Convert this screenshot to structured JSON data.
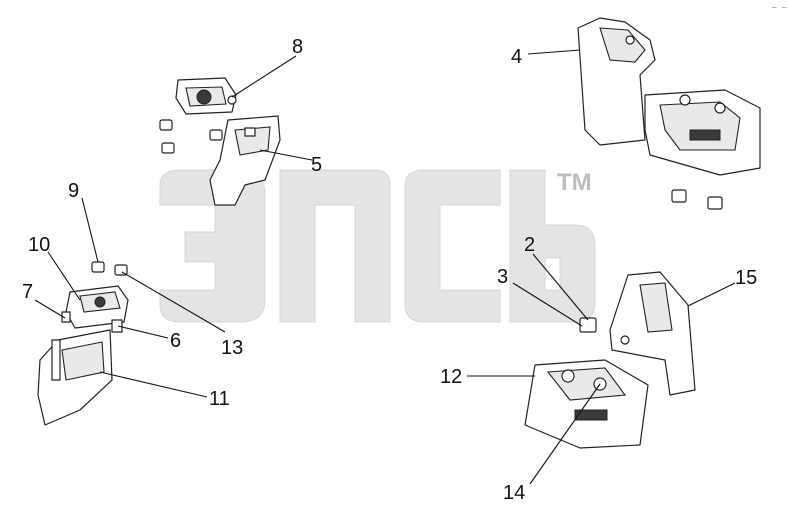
{
  "watermark": {
    "logo_text": "эпсь",
    "trademark": "TM"
  },
  "corner_mark": "~ –",
  "callouts": [
    {
      "id": "c1",
      "label": "8"
    },
    {
      "id": "c2",
      "label": "4"
    },
    {
      "id": "c3",
      "label": "5"
    },
    {
      "id": "c4",
      "label": "9"
    },
    {
      "id": "c5",
      "label": "10"
    },
    {
      "id": "c6",
      "label": "7"
    },
    {
      "id": "c7",
      "label": "6"
    },
    {
      "id": "c8",
      "label": "13"
    },
    {
      "id": "c9",
      "label": "11"
    },
    {
      "id": "c10",
      "label": "2"
    },
    {
      "id": "c11",
      "label": "3"
    },
    {
      "id": "c12",
      "label": "15"
    },
    {
      "id": "c13",
      "label": "12"
    },
    {
      "id": "c14",
      "label": "14"
    }
  ]
}
